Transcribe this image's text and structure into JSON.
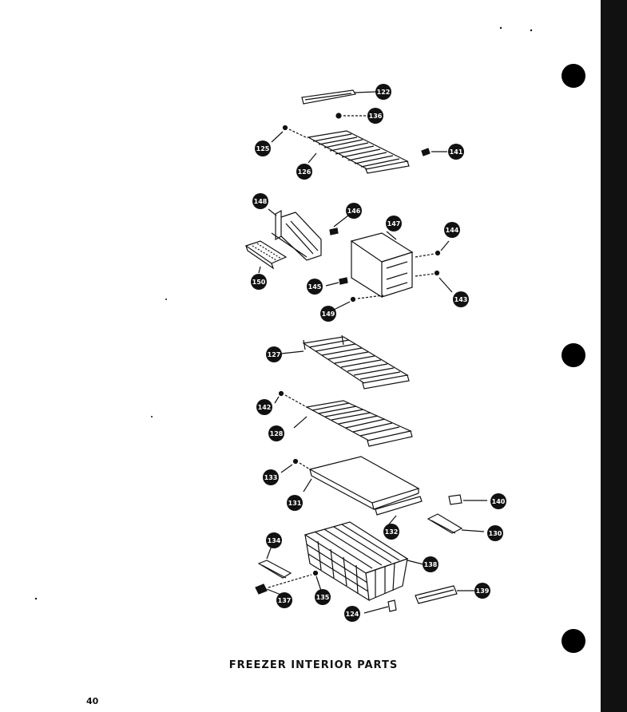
{
  "caption": "FREEZER INTERIOR PARTS",
  "page_number": "40",
  "callouts": [
    "122",
    "136",
    "125",
    "141",
    "126",
    "148",
    "146",
    "147",
    "144",
    "150",
    "145",
    "143",
    "149",
    "127",
    "142",
    "128",
    "133",
    "131",
    "140",
    "132",
    "130",
    "134",
    "138",
    "137",
    "135",
    "124",
    "139"
  ],
  "colors": {
    "ink": "#111111",
    "paper": "#ffffff"
  }
}
